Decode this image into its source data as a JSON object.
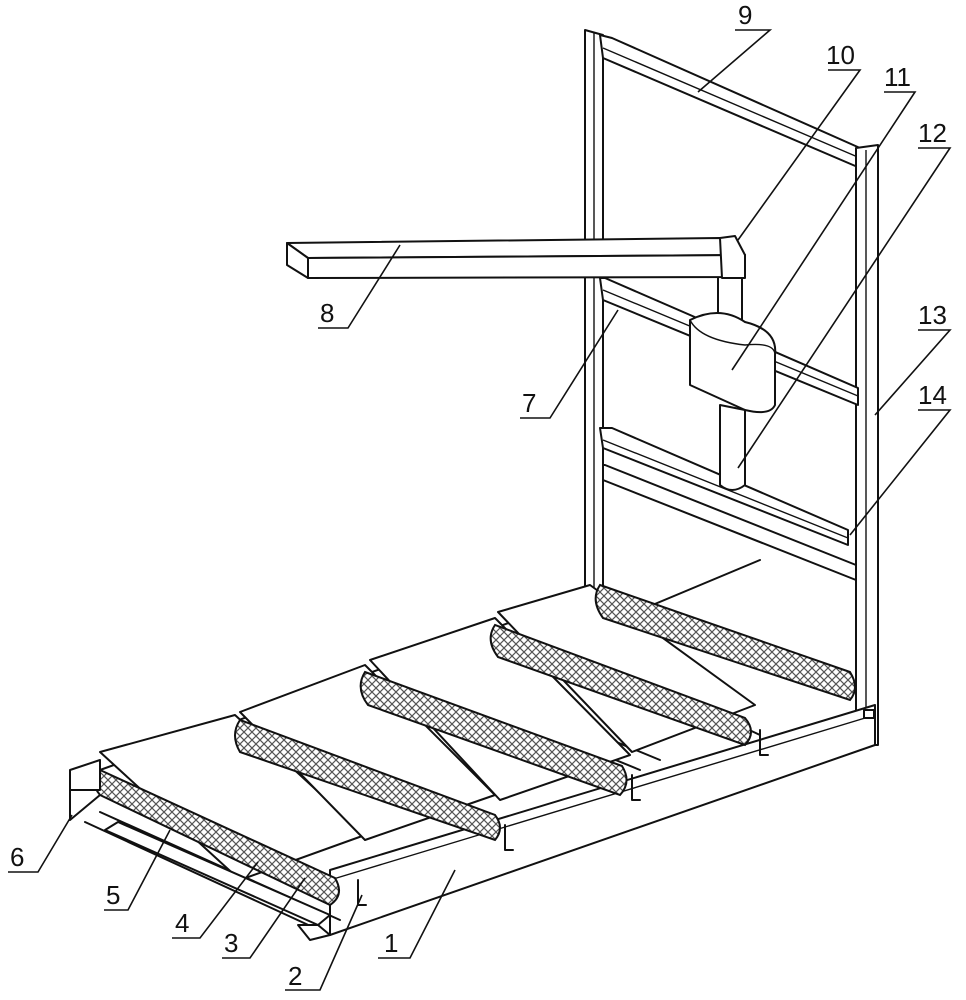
{
  "callouts": [
    {
      "id": "1",
      "label": "1"
    },
    {
      "id": "2",
      "label": "2"
    },
    {
      "id": "3",
      "label": "3"
    },
    {
      "id": "4",
      "label": "4"
    },
    {
      "id": "5",
      "label": "5"
    },
    {
      "id": "6",
      "label": "6"
    },
    {
      "id": "7",
      "label": "7"
    },
    {
      "id": "8",
      "label": "8"
    },
    {
      "id": "9",
      "label": "9"
    },
    {
      "id": "10",
      "label": "10"
    },
    {
      "id": "11",
      "label": "11"
    },
    {
      "id": "12",
      "label": "12"
    },
    {
      "id": "13",
      "label": "13"
    },
    {
      "id": "14",
      "label": "14"
    }
  ],
  "colors": {
    "line": "#111111",
    "background": "#ffffff",
    "mesh": "#555555"
  }
}
